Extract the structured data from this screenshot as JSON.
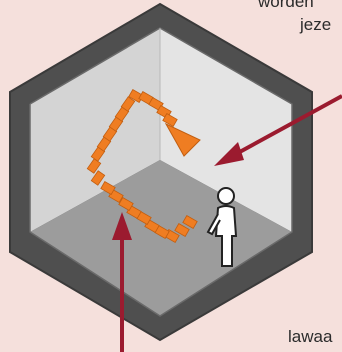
{
  "labels": {
    "top_line1": "worden",
    "top_line2": "jeze",
    "bottom_line1": "lawaa"
  },
  "colors": {
    "background": "#f5e0dc",
    "wall_outer": "#4a4a4a",
    "wall_rim": "#5b5b5b",
    "back_wall_left": "#d6d6d6",
    "back_wall_right": "#e2e2e2",
    "floor": "#9a9a9a",
    "blocks": "#ef7d22",
    "arrow": "#9b1b2f",
    "person_fill": "#ffffff",
    "person_stroke": "#222222"
  },
  "icons": {
    "person": "person-icon",
    "path": "orange-block-path",
    "arrows": "incoming-sound-arrow"
  }
}
